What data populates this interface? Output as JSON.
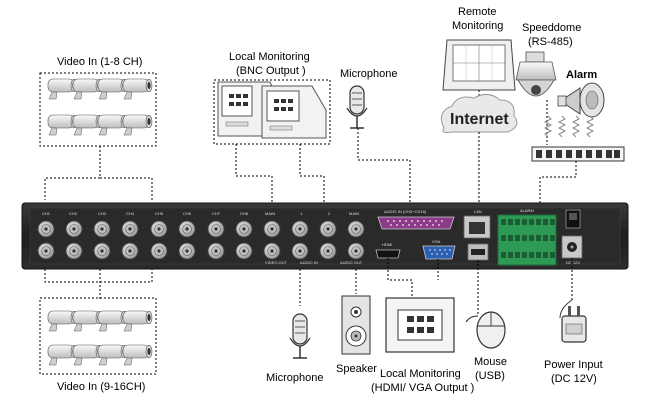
{
  "labels": {
    "video_in_top": "Video In (1-8 CH)",
    "video_in_bottom": "Video In (9-16CH)",
    "local_monitoring_bnc_line1": "Local Monitoring",
    "local_monitoring_bnc_line2": "(BNC Output )",
    "microphone_top": "Microphone",
    "remote_monitoring_line1": "Remote",
    "remote_monitoring_line2": "Monitoring",
    "speeddome_line1": "Speeddome",
    "speeddome_line2": "(RS-485)",
    "alarm": "Alarm",
    "internet": "Internet",
    "microphone_bottom": "Microphone",
    "speaker": "Speaker",
    "local_monitoring_hdmi_line1": "Local Monitoring",
    "local_monitoring_hdmi_line2": "(HDMI/ VGA Output )",
    "mouse_line1": "Mouse",
    "mouse_line2": "(USB)",
    "power_line1": "Power Input",
    "power_line2": "(DC 12V)"
  },
  "panel_labels": {
    "channels": [
      "CH1",
      "CH2",
      "CH3",
      "CH4",
      "CH5",
      "CH6",
      "CH7",
      "CH8"
    ],
    "main": "MAIN",
    "out1": "1",
    "out2": "2",
    "audio_main": "MAIN",
    "audio_port": "AUDIO IN (CH5~CH16)",
    "hdmi": "HDMI",
    "vga": "VGA",
    "lan": "LAN",
    "video_out": "VIDEO OUT",
    "audio_in": "AUDIO IN",
    "audio_out": "AUDIO OUT",
    "alarm": "ALARM",
    "dc": "DC 12V"
  }
}
